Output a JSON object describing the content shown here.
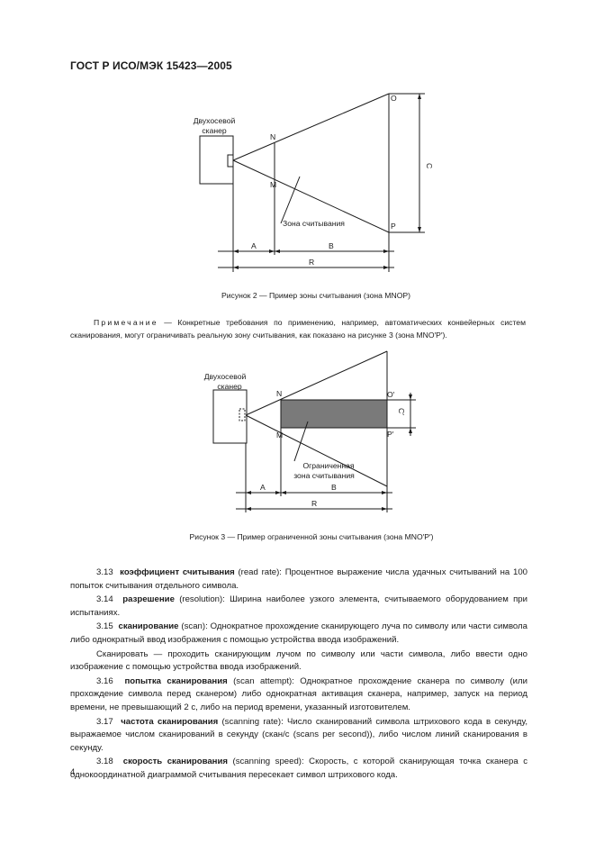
{
  "header": {
    "standard": "ГОСТ Р ИСО/МЭК 15423—2005"
  },
  "figure2": {
    "scanner_label_1": "Двухосевой",
    "scanner_label_2": "сканер",
    "pt_n": "N",
    "pt_m": "M",
    "pt_o": "O",
    "pt_p": "P",
    "zone_label": "Зона считывания",
    "dim_a": "A",
    "dim_b": "B",
    "dim_c": "C",
    "dim_r": "R",
    "caption": "Рисунок 2 — Пример зоны считывания (зона MNOP)"
  },
  "note": {
    "prefix": "Примечание",
    "text": " — Конкретные требования по применению, например, автоматических конвейерных систем сканирования, могут ограничивать реальную зону считывания, как показано на рисунке 3 (зона MNO′P′)."
  },
  "figure3": {
    "scanner_label_1": "Двухосевой",
    "scanner_label_2": "сканер",
    "pt_n": "N",
    "pt_m": "M",
    "pt_o": "O′",
    "pt_p": "P′",
    "zone_label_1": "Ограниченная",
    "zone_label_2": "зона считывания",
    "dim_a": "A",
    "dim_b": "B",
    "dim_c": "C′",
    "dim_r": "R",
    "caption": "Рисунок 3 — Пример ограниченной зоны считывания (зона MNO′P′)"
  },
  "terms": [
    {
      "num": "3.13",
      "term": "коэффициент считывания",
      "rest": " (read rate):  Процентное выражение числа удачных считываний на 100 попыток считывания отдельного символа."
    },
    {
      "num": "3.14",
      "term": "разрешение",
      "rest": " (resolution):  Ширина наиболее узкого элемента, считываемого оборудованием при испытаниях."
    },
    {
      "num": "3.15",
      "term": "сканирование",
      "rest": " (scan):  Однократное прохождение сканирующего луча по символу или части символа либо однократный ввод изображения с помощью устройства ввода изображений."
    },
    {
      "num": "",
      "term": "",
      "rest": "Сканировать — проходить сканирующим лучом по символу или части символа, либо ввести одно изображение с помощью устройства ввода изображений."
    },
    {
      "num": "3.16",
      "term": "попытка сканирования",
      "rest": " (scan attempt):  Однократное прохождение сканера по символу (или прохождение символа перед сканером) либо однократная активация сканера, например, запуск на период времени, не превышающий 2 с, либо на период времени, указанный изготовителем."
    },
    {
      "num": "3.17",
      "term": "частота сканирования",
      "rest": " (scanning rate):  Число сканирований символа штрихового кода в секунду, выражаемое числом сканирований в секунду (скан/с (scans per second)), либо числом линий сканирования в секунду."
    },
    {
      "num": "3.18",
      "term": "скорость сканирования",
      "rest": " (scanning speed):  Скорость, с которой сканирующая точка сканера с однокоординатной диаграммой считывания пересекает символ штрихового кода."
    }
  ],
  "page_number": "4"
}
